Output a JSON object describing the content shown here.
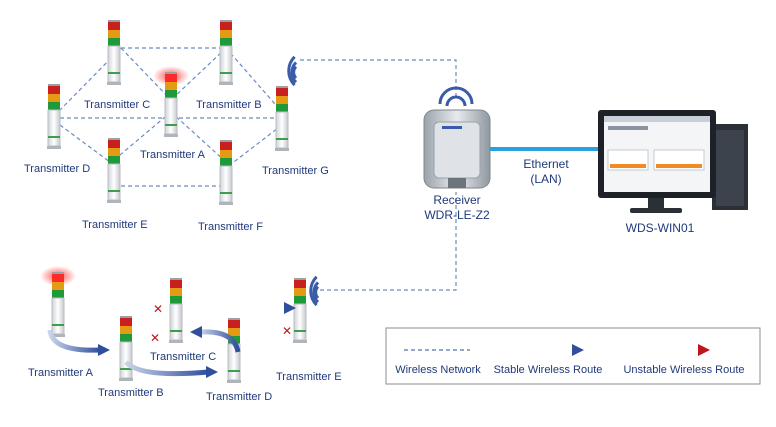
{
  "top_network": {
    "transmitters": [
      {
        "id": "A",
        "label": "Transmitter A"
      },
      {
        "id": "B",
        "label": "Transmitter B"
      },
      {
        "id": "C",
        "label": "Transmitter C"
      },
      {
        "id": "D",
        "label": "Transmitter D"
      },
      {
        "id": "E",
        "label": "Transmitter E"
      },
      {
        "id": "F",
        "label": "Transmitter F"
      },
      {
        "id": "G",
        "label": "Transmitter G"
      }
    ]
  },
  "receiver": {
    "line1": "Receiver",
    "line2": "WDR-LE-Z2"
  },
  "link": {
    "line1": "Ethernet",
    "line2": "(LAN)"
  },
  "computer": {
    "label": "WDS-WIN01"
  },
  "route_example": {
    "transmitters": [
      {
        "id": "A",
        "label": "Transmitter A"
      },
      {
        "id": "B",
        "label": "Transmitter B"
      },
      {
        "id": "C",
        "label": "Transmitter C"
      },
      {
        "id": "D",
        "label": "Transmitter D"
      },
      {
        "id": "E",
        "label": "Transmitter E"
      }
    ]
  },
  "legend": {
    "wireless_network": "Wireless Network",
    "stable_route": "Stable Wireless Route",
    "unstable_route": "Unstable Wireless Route"
  },
  "colors": {
    "label": "#1f3a7a",
    "dashed": "#6a8bc4",
    "stable": "#2f4f9c",
    "unstable": "#c0161b",
    "ethernet": "#2aa0dc"
  }
}
